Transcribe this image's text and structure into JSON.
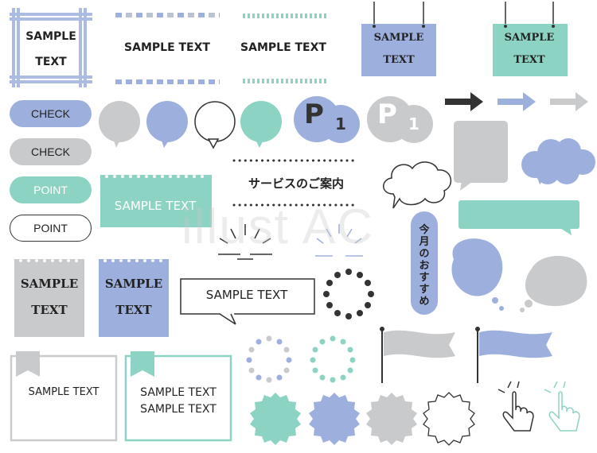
{
  "colors": {
    "blue": "#9db0dd",
    "mint": "#8dd3c3",
    "gray": "#c9cacc",
    "dark": "#333333"
  },
  "labels": {
    "frame_plaid": [
      "SAMPLE",
      "TEXT"
    ],
    "dotted_frame_text": "SAMPLE TEXT",
    "striped_frame_text": "SAMPLE TEXT",
    "hanging_sign_blue": [
      "SAMPLE",
      "TEXT"
    ],
    "hanging_sign_mint": [
      "SAMPLE",
      "TEXT"
    ],
    "pill_1": "CHECK",
    "pill_2": "CHECK",
    "pill_3": "POINT",
    "pill_4": "POINT",
    "parking_blue_big": "P",
    "parking_blue_small": "1",
    "parking_gray_big": "P",
    "parking_gray_small": "1",
    "notepad_mint_text": "SAMPLE TEXT",
    "service_heading": "サービスのご案内",
    "recommend_vertical": "今月のおすすめ",
    "notepad_gray": [
      "SAMPLE",
      "TEXT"
    ],
    "notepad_blue": [
      "SAMPLE",
      "TEXT"
    ],
    "callout_box_text": "SAMPLE TEXT",
    "bookmark_frame_gray": "SAMPLE TEXT",
    "bookmark_frame_mint": [
      "SAMPLE TEXT",
      "SAMPLE TEXT"
    ],
    "watermark": "illust AC"
  },
  "icons": [
    "arrow-dark-icon",
    "arrow-blue-icon",
    "arrow-gray-icon",
    "pointing-hand-icon",
    "flag-icon",
    "speech-bubble-icon",
    "cloud-bubble-icon",
    "starburst-icon"
  ]
}
